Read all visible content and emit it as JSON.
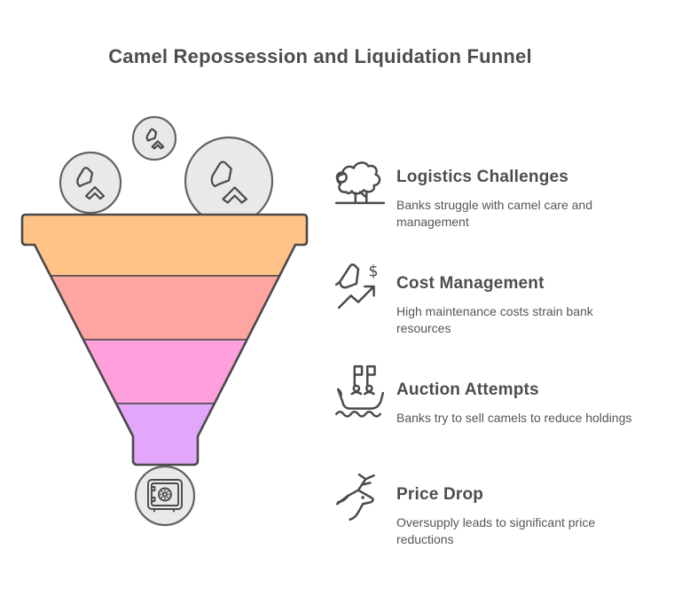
{
  "title": "Camel Repossession and Liquidation Funnel",
  "colors": {
    "background": "#ffffff",
    "outline": "#4a4a4a",
    "title_text": "#4d4d4d",
    "heading_text": "#4d4d4d",
    "description_text": "#565656",
    "bubble_fill": "#e9e9e9",
    "bubble_stroke": "#636363"
  },
  "funnel": {
    "stages": [
      {
        "color": "#FFC287"
      },
      {
        "color": "#FFA5A1"
      },
      {
        "color": "#FFA0DC"
      },
      {
        "color": "#E2A6FB"
      }
    ],
    "bubble_icons": [
      "camel-icon",
      "camel-icon",
      "camel-icon"
    ],
    "outlet_icon": "safe-icon"
  },
  "items": [
    {
      "icon": "sheep-icon",
      "title": "Logistics Challenges",
      "description": "Banks struggle with camel care and management"
    },
    {
      "icon": "camel-dollar-arrow-icon",
      "icon_badge": "$",
      "title": "Cost Management",
      "description": "High maintenance costs strain bank resources"
    },
    {
      "icon": "auction-paddles-boat-icon",
      "title": "Auction Attempts",
      "description": "Banks try to sell camels to reduce holdings"
    },
    {
      "icon": "deer-icon",
      "title": "Price Drop",
      "description": "Oversupply leads to significant price reductions"
    }
  ]
}
